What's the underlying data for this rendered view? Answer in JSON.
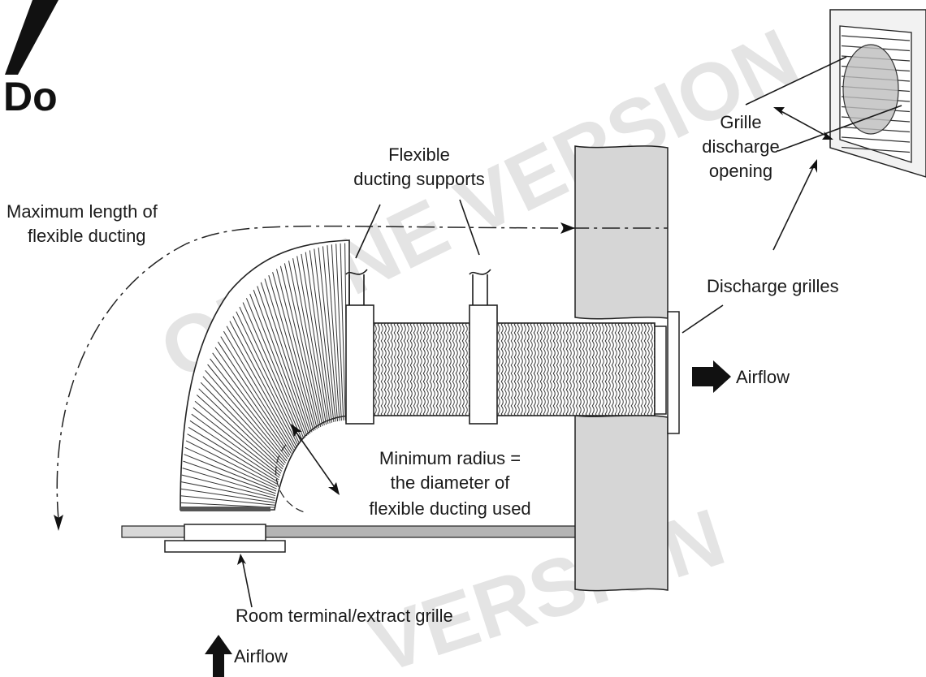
{
  "title": "Do",
  "watermark": {
    "text_1": "ONLINE VERSION",
    "text_2": "VERSION"
  },
  "labels": {
    "max_length_line1": "Maximum length of",
    "max_length_line2": "flexible ducting",
    "supports_line1": "Flexible",
    "supports_line2": "ducting supports",
    "grille_opening_line1": "Grille",
    "grille_opening_line2": "discharge",
    "grille_opening_line3": "opening",
    "discharge_grilles": "Discharge grilles",
    "airflow_right": "Airflow",
    "min_radius_line1": "Minimum radius =",
    "min_radius_line2": "the diameter of",
    "min_radius_line3": "flexible ducting used",
    "room_terminal": "Room terminal/extract grille",
    "airflow_up": "Airflow"
  },
  "icons": [
    "slash-mark-icon",
    "arrow-right-icon",
    "arrow-up-icon",
    "wall-grille-icon"
  ]
}
